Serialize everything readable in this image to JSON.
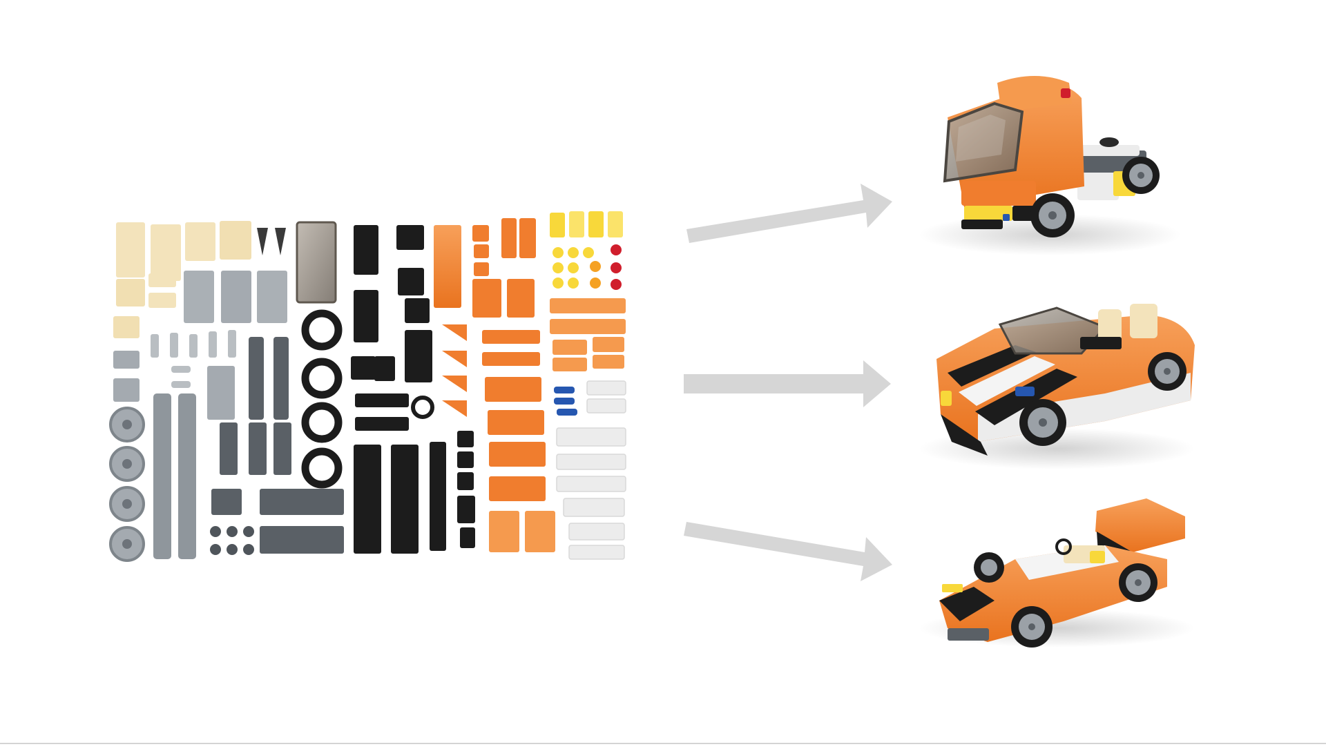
{
  "slide": {
    "background": "#ffffff",
    "subject": "parts-to-models"
  },
  "palette": {
    "orange": "#f07d2e",
    "orange_light": "#f59a4e",
    "black": "#1c1c1c",
    "dark_gray": "#5a6066",
    "light_gray": "#a4aab0",
    "tan": "#f3e3bb",
    "yellow": "#f8d83a",
    "white_brick": "#f4f4f4",
    "red": "#d01e2c",
    "blue": "#2657b0",
    "trans_smoke": "#8c8478",
    "arrow": "#d6d6d6"
  },
  "parts_layout": {
    "icon": "brick-parts-collection"
  },
  "arrows": [
    {
      "name": "arrow-to-truck",
      "icon": "arrow-right-icon"
    },
    {
      "name": "arrow-to-roadster",
      "icon": "arrow-right-icon"
    },
    {
      "name": "arrow-to-racer",
      "icon": "arrow-right-icon"
    }
  ],
  "models": [
    {
      "name": "truck-model",
      "icon": "truck-icon"
    },
    {
      "name": "roadster-model",
      "icon": "sports-car-icon"
    },
    {
      "name": "racer-model",
      "icon": "race-car-icon"
    }
  ]
}
